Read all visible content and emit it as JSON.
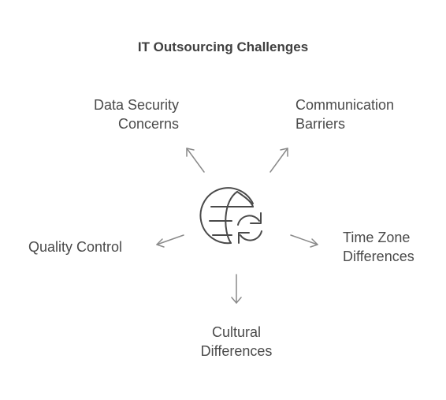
{
  "title": "IT Outsourcing Challenges",
  "center_icon": "globe-with-refresh-icon",
  "challenges": [
    {
      "lines": [
        "Data Security",
        "Concerns"
      ]
    },
    {
      "lines": [
        "Communication",
        "Barriers"
      ]
    },
    {
      "lines": [
        "Quality Control"
      ]
    },
    {
      "lines": [
        "Time Zone",
        "Differences"
      ]
    },
    {
      "lines": [
        "Cultural",
        "Differences"
      ]
    }
  ],
  "colors": {
    "text": "#4a4a4a",
    "arrow": "#8a8a8a",
    "icon": "#4a4a4a",
    "background": "#ffffff"
  }
}
